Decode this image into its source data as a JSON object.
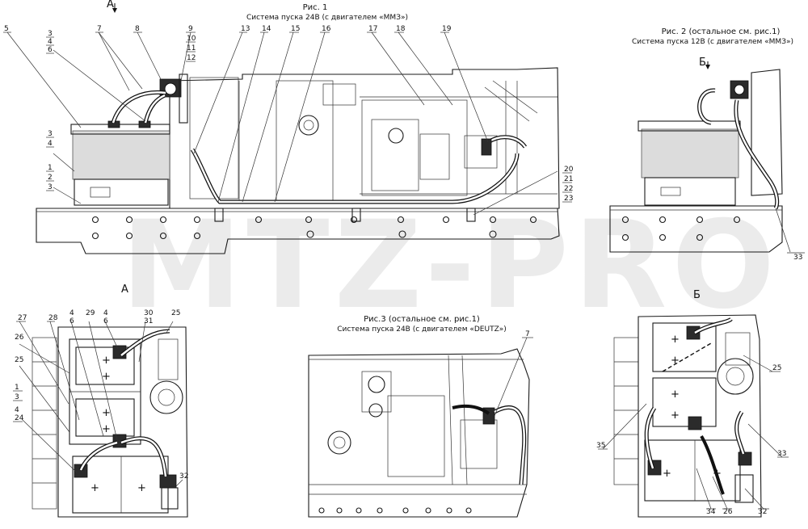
{
  "views": {
    "fig1_label": "Рис. 1",
    "fig1_caption": "Система пуска 24В (с двигателем «ММЗ»)",
    "fig2_label": "Рис. 2 (остальное см. рис.1)",
    "fig2_caption": "Система пуска 12В (с двигателем «ММЗ»)",
    "fig3_label": "Рис.3 (остальное см. рис.1)",
    "fig3_caption": "Система пуска 24В (с двигателем «DEUTZ»)",
    "view_a_marker": "А",
    "view_b_marker": "Б",
    "view_a_title": "А",
    "view_b_title": "Б"
  },
  "watermark": "MTZ-PRO",
  "callouts_fig1": [
    "5",
    "3",
    "4",
    "6",
    "7",
    "8",
    "9",
    "10",
    "11",
    "12",
    "13",
    "14",
    "15",
    "16",
    "17",
    "18",
    "19",
    "3",
    "4",
    "1",
    "2",
    "3",
    "20",
    "21",
    "22",
    "23"
  ],
  "callouts_fig2": [
    "33"
  ],
  "callouts_fig3": [
    "7"
  ],
  "callouts_view_a": [
    "27",
    "28",
    "4",
    "6",
    "29",
    "4",
    "6",
    "30",
    "31",
    "25",
    "26",
    "25",
    "1",
    "3",
    "4",
    "24",
    "32"
  ],
  "callouts_view_b": [
    "25",
    "35",
    "33",
    "34",
    "26",
    "32"
  ]
}
